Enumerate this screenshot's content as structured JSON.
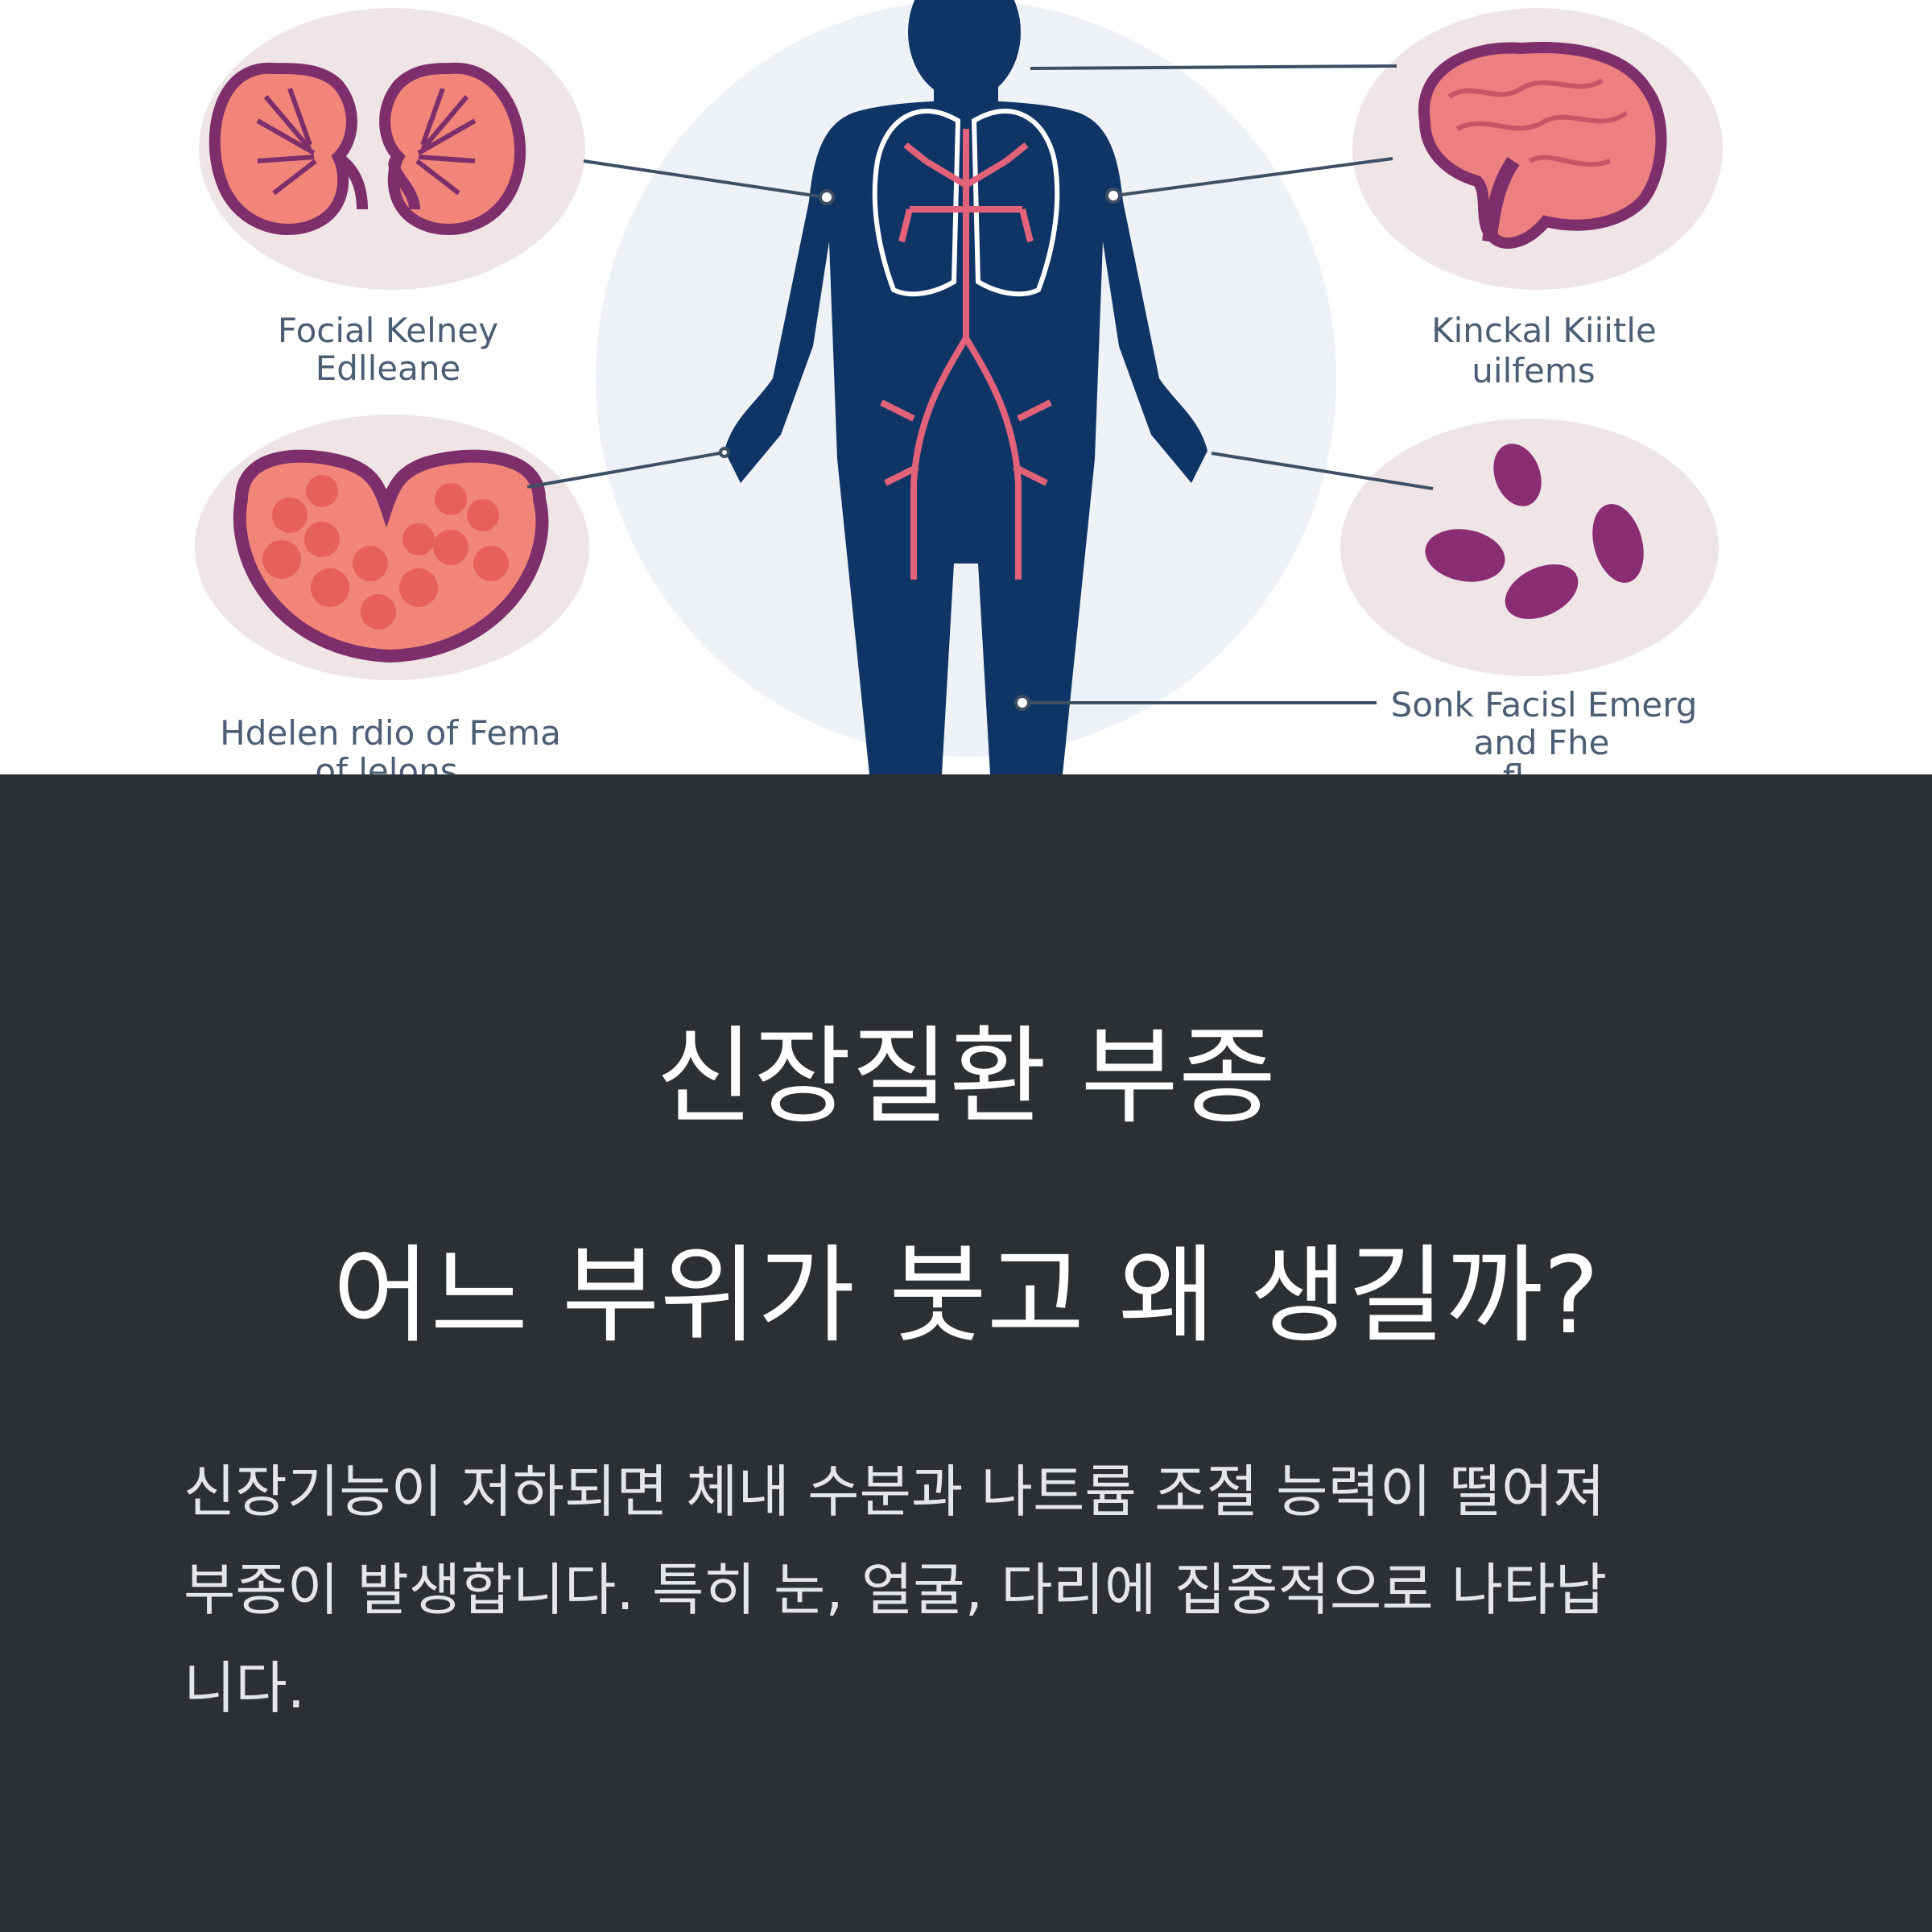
{
  "illustration": {
    "labels": {
      "top_left": [
        "Focial Kelney",
        "Edlleane"
      ],
      "top_right": [
        "Kinckal Kiiitle",
        "uilfems"
      ],
      "bottom_left": [
        "Hdelen rdio of Fema",
        "of lelons"
      ],
      "bottom_right": [
        "Sonk Facisl Emerg",
        "and Fhe",
        "fl"
      ]
    },
    "colors": {
      "body": "#0f3566",
      "organ": "#f2857a",
      "organ_outline": "#7e2f6b",
      "bubble": "#efe4e6",
      "halo": "#eef2f6"
    }
  },
  "title": {
    "line1": "신장질환 부종",
    "line2": "어느 부위가 붓고 왜 생길까?"
  },
  "body": {
    "lines": [
      "신장기능이 저하되면 체내 수분과 나트륨 조절 능력이 떨어져",
      "부종이 발생합니다. 특히 눈, 얼굴, 다리에 집중적으로 나타납",
      "니다."
    ]
  }
}
